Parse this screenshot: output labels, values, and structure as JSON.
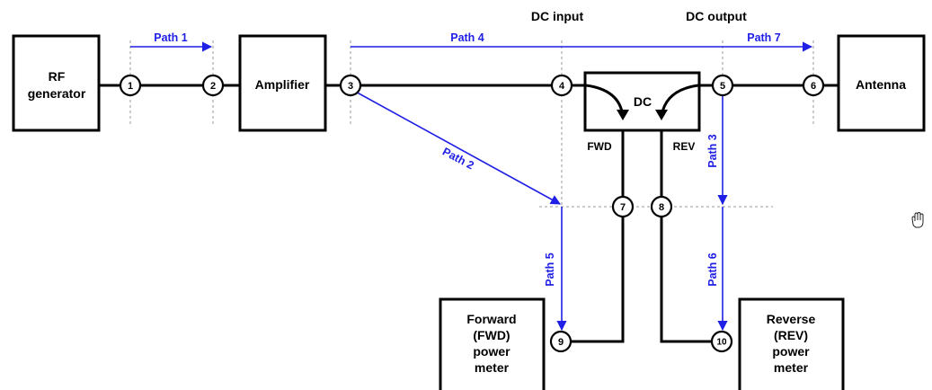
{
  "headers": {
    "dc_input": "DC input",
    "dc_output": "DC output"
  },
  "boxes": {
    "rf_generator": [
      "RF",
      "generator"
    ],
    "amplifier": [
      "Amplifier"
    ],
    "antenna": [
      "Antenna"
    ],
    "coupler": [
      "DC"
    ],
    "forward_meter": [
      "Forward",
      "(FWD)",
      "power",
      "meter"
    ],
    "reverse_meter": [
      "Reverse",
      "(REV)",
      "power",
      "meter"
    ]
  },
  "ports": {
    "fwd": "FWD",
    "rev": "REV"
  },
  "nodes": [
    "1",
    "2",
    "3",
    "4",
    "5",
    "6",
    "7",
    "8",
    "9",
    "10"
  ],
  "paths": {
    "path1": "Path 1",
    "path2": "Path 2",
    "path3": "Path 3",
    "path4": "Path 4",
    "path5": "Path 5",
    "path6": "Path 6",
    "path7": "Path 7"
  },
  "cursor_icon": "hand-cursor-icon",
  "colors": {
    "path": "#1f1fe6",
    "wire": "#000000",
    "guide": "#9a9a9a"
  }
}
